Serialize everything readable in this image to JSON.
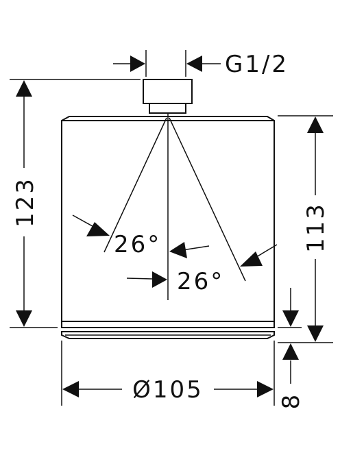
{
  "dimensions": {
    "thread": "G1/2",
    "total_height": "123",
    "body_height": "113",
    "diameter": "Ø105",
    "bottom_offset": "8",
    "angle_left": "26°",
    "angle_right": "26°"
  }
}
